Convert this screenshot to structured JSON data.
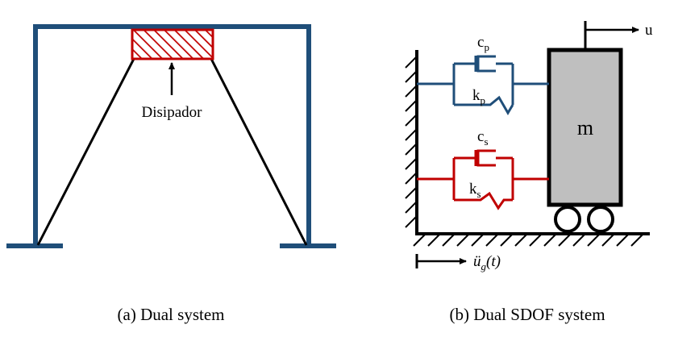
{
  "colors": {
    "frame": "#1f4e79",
    "damper_red": "#c00000",
    "mass_fill": "#bfbfbf",
    "ink": "#000000"
  },
  "panel_a": {
    "caption": "(a) Dual system",
    "dissipator_label": "Disipador"
  },
  "panel_b": {
    "caption": "(b) Dual SDOF system",
    "primary_damper": {
      "symbol": "c",
      "subscript": "p"
    },
    "primary_spring": {
      "symbol": "k",
      "subscript": "p"
    },
    "secondary_damper": {
      "symbol": "c",
      "subscript": "s"
    },
    "secondary_spring": {
      "symbol": "k",
      "subscript": "s"
    },
    "mass_label": "m",
    "displacement_label": "u",
    "ground_accel": {
      "symbol": "ü",
      "subscript": "g",
      "suffix": "(t)"
    }
  }
}
